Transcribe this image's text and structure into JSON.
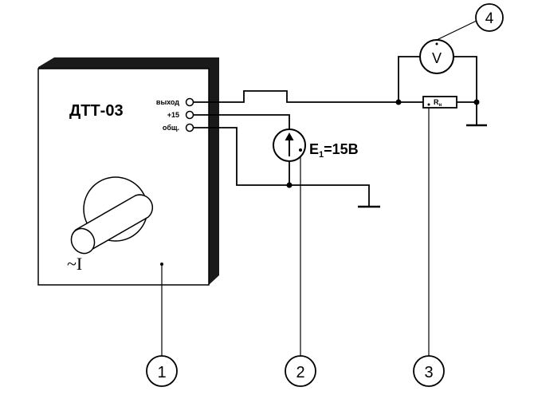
{
  "device": {
    "title": "ДТТ-03",
    "terminals": [
      "выход",
      "+15",
      "общ."
    ],
    "mode_label": "~I"
  },
  "source": {
    "label_main": "E",
    "label_sub": "1",
    "label_value": "=15В"
  },
  "resistor": {
    "label_main": "R",
    "label_sub": "н"
  },
  "voltmeter": {
    "label": "V"
  },
  "callouts": [
    "1",
    "2",
    "3",
    "4"
  ]
}
